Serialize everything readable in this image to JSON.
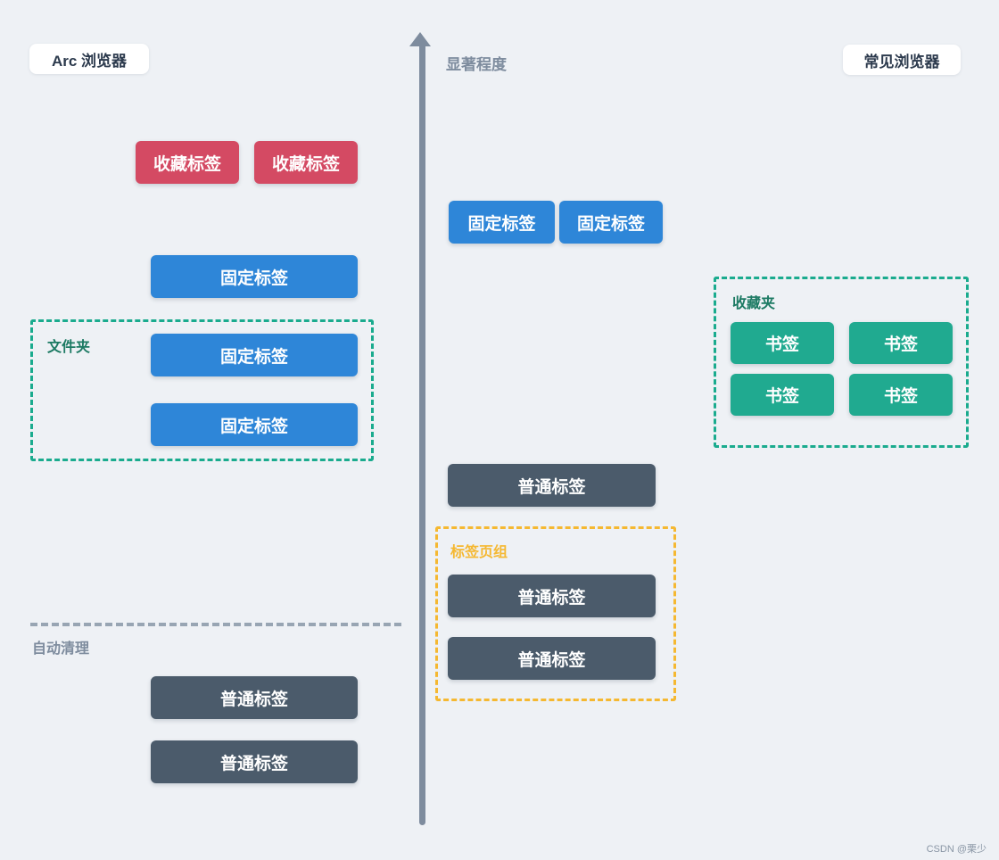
{
  "header": {
    "left_title": "Arc 浏览器",
    "right_title": "常见浏览器"
  },
  "axis": {
    "label": "显著程度"
  },
  "arc_side": {
    "favorite_tabs": [
      "收藏标签",
      "收藏标签"
    ],
    "pinned_tab": "固定标签",
    "folder": {
      "label": "文件夹",
      "tabs": [
        "固定标签",
        "固定标签"
      ]
    },
    "auto_clean_label": "自动清理",
    "normal_tabs": [
      "普通标签",
      "普通标签"
    ]
  },
  "common_side": {
    "pinned_tabs": [
      "固定标签",
      "固定标签"
    ],
    "favorites": {
      "label": "收藏夹",
      "bookmarks": [
        "书签",
        "书签",
        "书签",
        "书签"
      ]
    },
    "normal_tab": "普通标签",
    "tab_group": {
      "label": "标签页组",
      "tabs": [
        "普通标签",
        "普通标签"
      ]
    }
  },
  "watermark": "CSDN @栗少",
  "colors": {
    "background": "#eef1f5",
    "favorite_red": "#d44a63",
    "pinned_blue": "#2e86d8",
    "normal_slate": "#4b5b6b",
    "bookmark_green": "#20aa90",
    "group_teal_border": "#1aab8e",
    "group_teal_label": "#1c7a63",
    "group_amber": "#f5b831",
    "axis_gray": "#7e8c9e",
    "divider_gray": "#98a5b3",
    "title_text": "#2c3a4d"
  }
}
